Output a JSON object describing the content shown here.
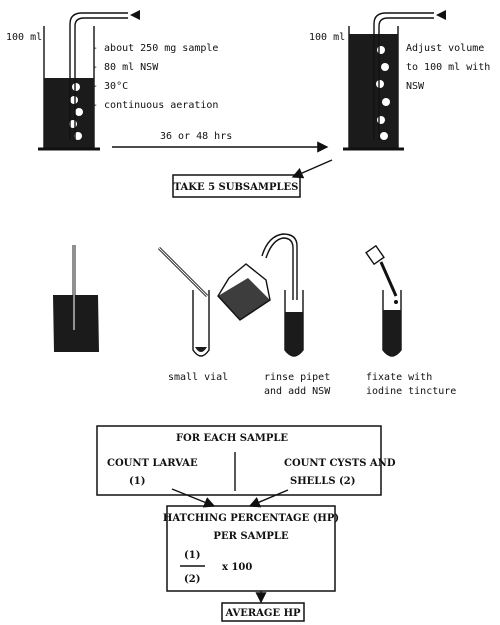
{
  "step1": {
    "level_label": "100 ml",
    "conditions": [
      "- about 250 mg sample",
      "- 80 ml NSW",
      "- 30°C",
      "- continuous aeration"
    ],
    "duration": "36 or 48 hrs"
  },
  "step2": {
    "level_label": "100 ml",
    "instruction": [
      "Adjust volume",
      "to 100 ml with",
      "NSW"
    ]
  },
  "subsample_box": "TAKE 5 SUBSAMPLES",
  "tubes": {
    "small_vial": [
      "small vial"
    ],
    "rinse": [
      "rinse pipet",
      "and add NSW"
    ],
    "fixate": [
      "fixate with",
      "iodine tincture"
    ]
  },
  "count_box": {
    "title": "FOR EACH SAMPLE",
    "larvae": [
      "COUNT LARVAE",
      "(1)"
    ],
    "cysts": [
      "COUNT CYSTS AND",
      "SHELLS  (2)"
    ]
  },
  "hp_box": {
    "title": [
      "HATCHING PERCENTAGE (HP)",
      "PER SAMPLE"
    ],
    "numerator": "(1)",
    "denominator": "(2)",
    "multiplier": "x  100"
  },
  "average_box": "AVERAGE  HP"
}
